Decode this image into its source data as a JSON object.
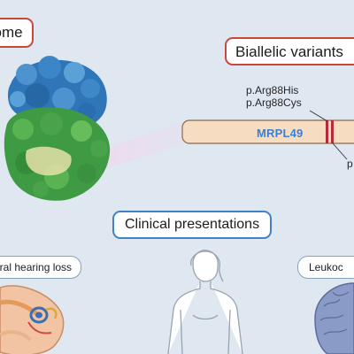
{
  "labels": {
    "mitoribosome": "some",
    "biallelic": "Biallelic variants",
    "gene": "MRPL49",
    "variant1": "p.Arg88His",
    "variant2": "p.Arg88Cys",
    "variant3": "p",
    "clinical": "Clinical presentations",
    "hearing": "ural hearing loss",
    "leuko": "Leukoc"
  },
  "colors": {
    "background": "#dfe7f1",
    "red_border": "#c9473d",
    "blue_border": "#3f83c6",
    "gene_bar": "#f6dcc0",
    "variant_mark": "#b8293a",
    "gene_text": "#3f7fd1",
    "ribosome_large": "#2f76b8",
    "ribosome_small": "#4aa34a"
  }
}
